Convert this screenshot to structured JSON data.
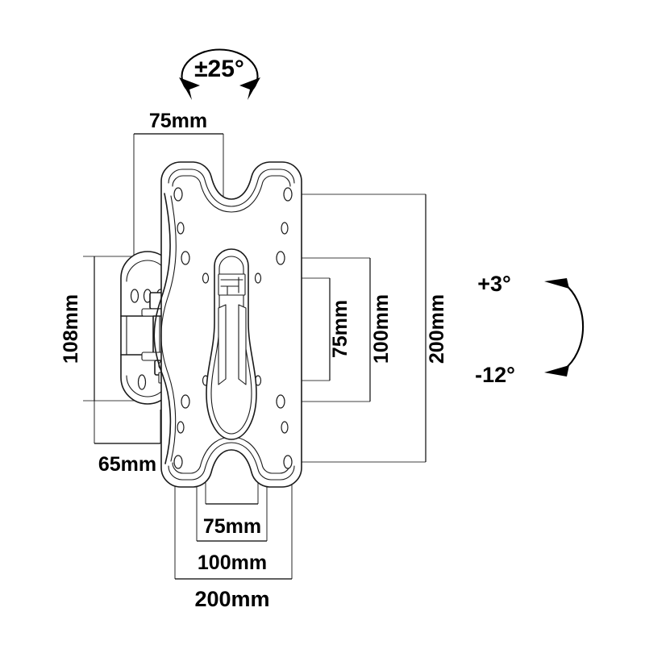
{
  "drawing": {
    "title": "TV Wall Mount Bracket Technical Dimension Drawing",
    "units": "mm",
    "line_color": "#1a1a1a",
    "text_color": "#000000",
    "background": "#ffffff"
  },
  "rotation_indicator": {
    "name": "swivel-range",
    "label": "±25°",
    "icon": "rotation-arc-icon"
  },
  "tilt_indicator": {
    "name": "tilt-range",
    "label_top": "+3°",
    "label_bottom": "-12°",
    "icon": "tilt-arc-icon"
  },
  "dimensions": {
    "top": [
      {
        "id": "top-75",
        "label": "75mm",
        "orientation": "horizontal"
      }
    ],
    "left": [
      {
        "id": "left-108",
        "label": "108mm",
        "orientation": "vertical"
      },
      {
        "id": "left-65",
        "label": "65mm",
        "orientation": "horizontal"
      }
    ],
    "right": [
      {
        "id": "right-75",
        "label": "75mm",
        "orientation": "vertical"
      },
      {
        "id": "right-100",
        "label": "100mm",
        "orientation": "vertical"
      },
      {
        "id": "right-200",
        "label": "200mm",
        "orientation": "vertical"
      }
    ],
    "bottom": [
      {
        "id": "bottom-75",
        "label": "75mm",
        "orientation": "horizontal"
      },
      {
        "id": "bottom-100",
        "label": "100mm",
        "orientation": "horizontal"
      },
      {
        "id": "bottom-200",
        "label": "200mm",
        "orientation": "horizontal"
      }
    ]
  },
  "components": {
    "wall_plate": "wall-plate",
    "mounting_plate": "vesa-mounting-plate",
    "center_column": "center-tilt-column",
    "pivot_joint": "articulating-pivot-joint"
  }
}
